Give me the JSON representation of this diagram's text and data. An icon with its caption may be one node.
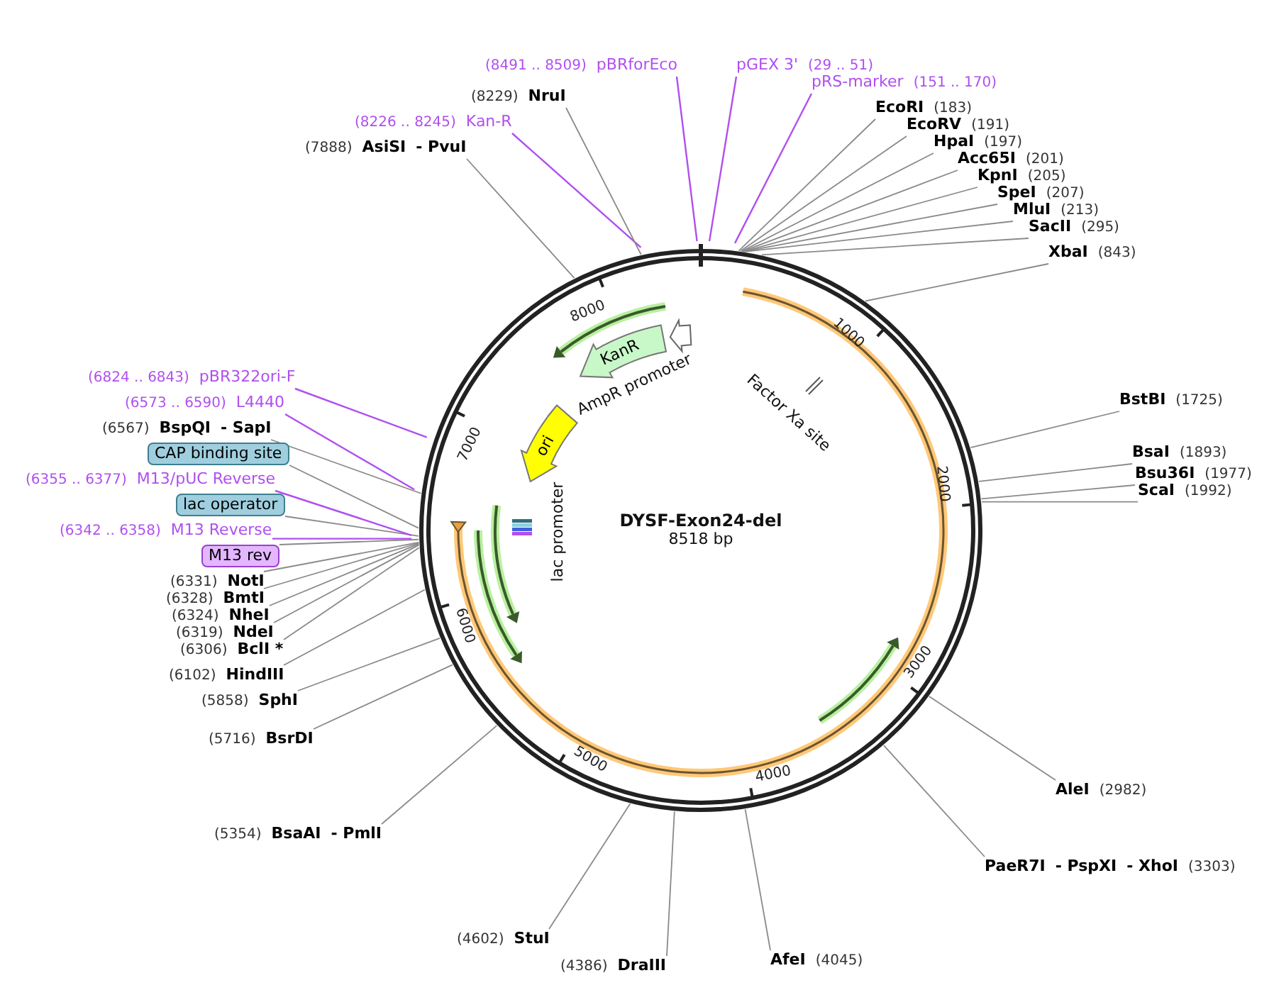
{
  "diagram": {
    "nodes": [
      {
        "text": [
          "(8491 .. 8509)",
          "pBRforEco"
        ]
      },
      {
        "text": [
          "pGEX 3'",
          "(29 .. 51)"
        ]
      },
      {
        "text": [
          "pRS-marker",
          "(151 .. 170)"
        ]
      },
      {
        "text": [
          "EcoRI",
          "(183)"
        ]
      },
      {
        "text": [
          "EcoRV",
          "(191)"
        ]
      },
      {
        "text": [
          "HpaI",
          "(197)"
        ]
      },
      {
        "text": [
          "Acc65I",
          "(201)"
        ]
      },
      {
        "text": [
          "KpnI",
          "(205)"
        ]
      },
      {
        "text": [
          "SpeI",
          "(207)"
        ]
      },
      {
        "text": [
          "MluI",
          "(213)"
        ]
      },
      {
        "text": [
          "SacII",
          "(295)"
        ]
      },
      {
        "text": [
          "XbaI",
          "(843)"
        ]
      },
      {
        "text": [
          "BstBI",
          "(1725)"
        ]
      },
      {
        "text": [
          "BsaI",
          "(1893)"
        ]
      },
      {
        "text": [
          "Bsu36I",
          "(1977)"
        ]
      },
      {
        "text": [
          "ScaI",
          "(1992)"
        ]
      },
      {
        "text": [
          "AleI",
          "(2982)"
        ]
      },
      {
        "text": [
          "PaeR7I",
          "- PspXI",
          "- XhoI",
          "(3303)"
        ]
      },
      {
        "text": [
          "AfeI",
          "(4045)"
        ]
      },
      {
        "text": [
          "(4386)",
          "DraIII"
        ]
      },
      {
        "text": [
          "(4602)",
          "StuI"
        ]
      },
      {
        "text": [
          "(5354)",
          "BsaAI",
          "- PmlI"
        ]
      },
      {
        "text": [
          "(5716)",
          "BsrDI"
        ]
      },
      {
        "text": [
          "(5858)",
          "SphI"
        ]
      },
      {
        "text": [
          "(6102)",
          "HindIII"
        ]
      },
      {
        "text": [
          "(6306)",
          "BclI *"
        ]
      },
      {
        "text": [
          "(6319)",
          "NdeI"
        ]
      },
      {
        "text": [
          "(6324)",
          "NheI"
        ]
      },
      {
        "text": [
          "(6328)",
          "BmtI"
        ]
      },
      {
        "text": [
          "(6331)",
          "NotI"
        ]
      },
      {
        "text": [
          "M13 rev"
        ]
      },
      {
        "text": [
          "(6342 .. 6358)",
          "M13 Reverse"
        ]
      },
      {
        "text": [
          "lac operator"
        ]
      },
      {
        "text": [
          "(6355 .. 6377)",
          "M13/pUC Reverse"
        ]
      },
      {
        "text": [
          "CAP binding site"
        ]
      },
      {
        "text": [
          "(6567)",
          "BspQI",
          "- SapI"
        ]
      },
      {
        "text": [
          "(6573 .. 6590)",
          "L4440"
        ]
      },
      {
        "text": [
          "(6824 .. 6843)",
          "pBR322ori-F"
        ]
      },
      {
        "text": [
          "(7888)",
          "AsiSI",
          "- PvuI"
        ]
      },
      {
        "text": [
          "(8226 .. 8245)",
          "Kan-R"
        ]
      },
      {
        "text": [
          "(8229)",
          "NruI"
        ]
      },
      {
        "text": [
          "KanR"
        ]
      },
      {
        "text": [
          "ori"
        ]
      }
    ],
    "edges": [
      {
        "from": 0,
        "to": null,
        "arrow": "none",
        "color": "#b04ff0"
      },
      {
        "from": 1,
        "to": null,
        "arrow": "none",
        "color": "#b04ff0"
      },
      {
        "from": 2,
        "to": null,
        "arrow": "none",
        "color": "#b04ff0"
      },
      {
        "from": 3,
        "to": null,
        "arrow": "none"
      },
      {
        "from": 4,
        "to": null,
        "arrow": "none"
      },
      {
        "from": 5,
        "to": null,
        "arrow": "none"
      },
      {
        "from": 6,
        "to": null,
        "arrow": "none"
      },
      {
        "from": 7,
        "to": null,
        "arrow": "none"
      },
      {
        "from": 8,
        "to": null,
        "arrow": "none"
      },
      {
        "from": 9,
        "to": null,
        "arrow": "none"
      },
      {
        "from": 10,
        "to": null,
        "arrow": "none"
      },
      {
        "from": 11,
        "to": null,
        "arrow": "none"
      },
      {
        "from": 12,
        "to": null,
        "arrow": "none"
      },
      {
        "from": 13,
        "to": null,
        "arrow": "none"
      },
      {
        "from": 14,
        "to": null,
        "arrow": "none"
      },
      {
        "from": 15,
        "to": null,
        "arrow": "none"
      },
      {
        "from": 16,
        "to": null,
        "arrow": "none"
      },
      {
        "from": 17,
        "to": null,
        "arrow": "none"
      },
      {
        "from": 18,
        "to": null,
        "arrow": "none"
      },
      {
        "from": 19,
        "to": null,
        "arrow": "none"
      },
      {
        "from": 20,
        "to": null,
        "arrow": "none"
      },
      {
        "from": 21,
        "to": null,
        "arrow": "none"
      },
      {
        "from": 22,
        "to": null,
        "arrow": "none"
      },
      {
        "from": 23,
        "to": null,
        "arrow": "none"
      },
      {
        "from": 24,
        "to": null,
        "arrow": "none"
      },
      {
        "from": 25,
        "to": null,
        "arrow": "none"
      },
      {
        "from": 26,
        "to": null,
        "arrow": "none"
      },
      {
        "from": 27,
        "to": null,
        "arrow": "none"
      },
      {
        "from": 28,
        "to": null,
        "arrow": "none"
      },
      {
        "from": 29,
        "to": null,
        "arrow": "none"
      },
      {
        "from": 30,
        "to": null,
        "arrow": "none"
      },
      {
        "from": 31,
        "to": null,
        "arrow": "none",
        "color": "#b04ff0"
      },
      {
        "from": 32,
        "to": null,
        "arrow": "none"
      },
      {
        "from": 33,
        "to": null,
        "arrow": "none",
        "color": "#b04ff0"
      },
      {
        "from": 34,
        "to": null,
        "arrow": "none"
      },
      {
        "from": 35,
        "to": null,
        "arrow": "none"
      },
      {
        "from": 36,
        "to": null,
        "arrow": "none",
        "color": "#b04ff0"
      },
      {
        "from": 37,
        "to": null,
        "arrow": "none",
        "color": "#b04ff0"
      },
      {
        "from": 38,
        "to": null,
        "arrow": "none"
      },
      {
        "from": 39,
        "to": null,
        "arrow": "none",
        "color": "#b04ff0"
      },
      {
        "from": 40,
        "to": null,
        "arrow": "none"
      }
    ],
    "labels": [
      "DYSF-Exon24-del",
      "8518 bp",
      "1000",
      "2000",
      "3000",
      "4000",
      "5000",
      "6000",
      "7000",
      "8000",
      "AmpR promoter",
      "lac promoter",
      "Factor Xa site"
    ]
  }
}
